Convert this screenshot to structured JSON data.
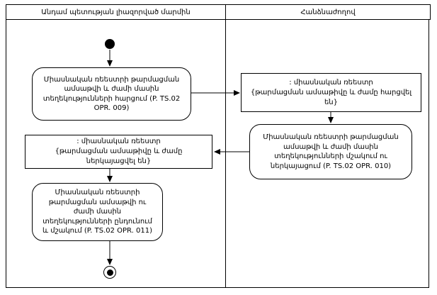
{
  "diagram": {
    "lanes": {
      "left_header": "Անդամ պետության լիազորված մարմին",
      "right_header": "Հանձնաժողով"
    },
    "nodes": {
      "action1": "Միասնական ռեեստրի թարմացման ամսաթվի և ժամի մասին տեղեկությունների հարցում (P. TS.02 OPR. 009)",
      "object1_line1": ": միասնական ռեեստր",
      "object1_line2": "{թարմացման ամսաթիվը և ժամը հարցվել են}",
      "action2": "Միասնական ռեեստրի թարմացման ամսաթվի և ժամի մասին տեղեկությունների մշակում ու ներկայացում (P. TS.02 OPR. 010)",
      "object2_line1": ": միասնական ռեեստր",
      "object2_line2": "{թարմացման ամսաթիվը և ժամը ներկայացվել են}",
      "action3": "Միասնական ռեեստրի թարմացման ամսաթվի ու ժամի մասին տեղեկությունների ընդունում և մշակում (P. TS.02 OPR. 011)"
    },
    "colors": {
      "line": "#000000",
      "background": "#ffffff"
    }
  }
}
